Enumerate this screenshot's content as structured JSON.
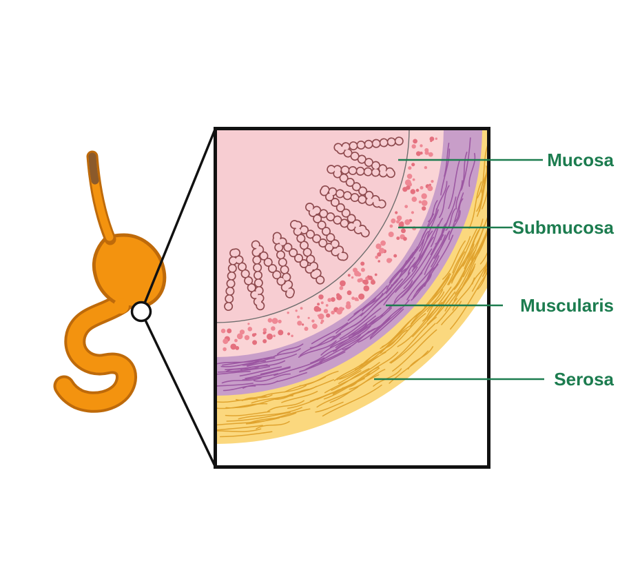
{
  "labels": [
    {
      "id": "mucosa",
      "text": "Mucosa"
    },
    {
      "id": "submucosa",
      "text": "Submucosa"
    },
    {
      "id": "muscularis",
      "text": "Muscularis"
    },
    {
      "id": "serosa",
      "text": "Serosa"
    }
  ],
  "colors": {
    "label_green": "#1C7C4F",
    "outline_black": "#111111",
    "organ_fill": "#F3930F",
    "organ_outline": "#BE6A0A",
    "esophagus_top": "#8B5A2B",
    "mucosa_fill": "#F7CDD2",
    "villi_outline": "#8E4A4E",
    "submucosa_fill": "#FAD4D6",
    "submucosa_dot": "#EE8894",
    "submucosa_dot_dark": "#E4707E",
    "mucosa_boundary": "#6D6D6D",
    "muscularis_fill": "#C89EC9",
    "muscularis_fiber": "#9C57A2",
    "serosa_fill": "#FBD87E",
    "serosa_fiber": "#E0A32E"
  }
}
